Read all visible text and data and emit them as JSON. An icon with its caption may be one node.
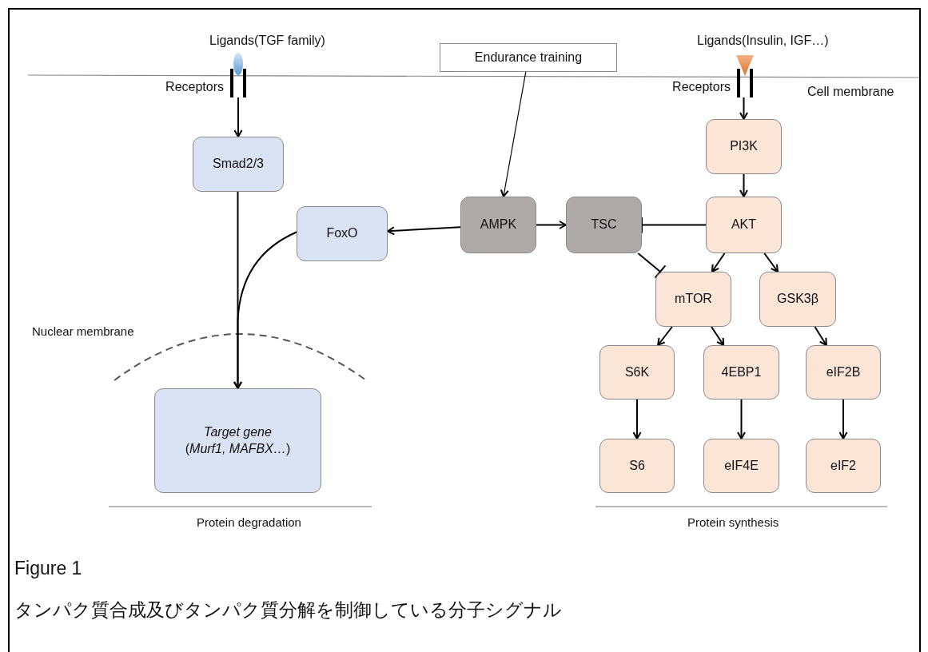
{
  "diagram": {
    "caption": "タンパク質合成及びタンパク質分解を制御している分子シグナル",
    "nodes": [
      {
        "text": [
          "Endurance training"
        ]
      },
      {
        "text": [],
        "shape": "bar",
        "beside": [
          "Receptors"
        ]
      },
      {
        "text": [
          "Smad2/3"
        ]
      },
      {
        "text": [
          "FoxO"
        ]
      },
      {
        "text": [
          "AMPK"
        ]
      },
      {
        "text": [
          "TSC"
        ]
      },
      {
        "text": [],
        "shape": "bar",
        "beside": [
          "Receptors"
        ]
      },
      {
        "text": [
          "PI3K"
        ]
      },
      {
        "text": [
          "AKT"
        ]
      },
      {
        "text": [
          "mTOR"
        ]
      },
      {
        "text": [
          "GSK3β"
        ]
      },
      {
        "text": [
          "S6K"
        ]
      },
      {
        "text": [
          "4EBP1"
        ]
      },
      {
        "text": [
          "eIF2B"
        ]
      },
      {
        "text": [
          "S6"
        ]
      },
      {
        "text": [
          "eIF4E"
        ]
      },
      {
        "text": [
          "eIF2"
        ]
      },
      {
        "text": [
          "Target gene",
          "(*Murf1, MAFBX…*)"
        ]
      }
    ],
    "edges": [
      {
        "from": 0,
        "to": 4,
        "arrow": "to"
      },
      {
        "from": 1,
        "to": 2,
        "arrow": "to"
      },
      {
        "from": 2,
        "to": 17,
        "arrow": "to"
      },
      {
        "from": 3,
        "to": 17,
        "arrow": "to"
      },
      {
        "from": 4,
        "to": 3,
        "arrow": "to"
      },
      {
        "from": 4,
        "to": 5,
        "arrow": "to"
      },
      {
        "from": 8,
        "to": 5,
        "arrow": "other"
      },
      {
        "from": 5,
        "to": 9,
        "arrow": "other"
      },
      {
        "from": 6,
        "to": 7,
        "arrow": "to"
      },
      {
        "from": 7,
        "to": 8,
        "arrow": "to"
      },
      {
        "from": 8,
        "to": 9,
        "arrow": "to"
      },
      {
        "from": 8,
        "to": 10,
        "arrow": "to"
      },
      {
        "from": 9,
        "to": 11,
        "arrow": "to"
      },
      {
        "from": 9,
        "to": 12,
        "arrow": "to"
      },
      {
        "from": 10,
        "to": 13,
        "arrow": "to"
      },
      {
        "from": 11,
        "to": 14,
        "arrow": "to"
      },
      {
        "from": 12,
        "to": 15,
        "arrow": "to"
      },
      {
        "from": 13,
        "to": 16,
        "arrow": "to"
      }
    ],
    "labels": [
      "Ligands(TGF family)",
      "Ligands(Insulin, IGF…)",
      "Cell membrane",
      "Nuclear membrane",
      "Protein degradation",
      "Protein synthesis",
      "Figure 1"
    ]
  }
}
